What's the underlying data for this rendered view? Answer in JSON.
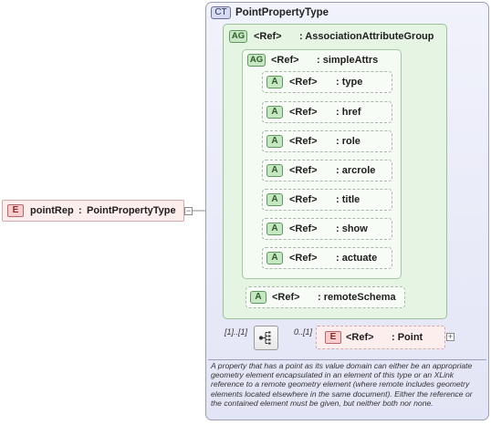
{
  "element": {
    "badge": "E",
    "name": "pointRep",
    "type_sep": ":",
    "type": "PointPropertyType",
    "collapse_glyph": "−"
  },
  "complex_type": {
    "badge": "CT",
    "name": "PointPropertyType"
  },
  "attribute_group_outer": {
    "badge": "AG",
    "ref": "<Ref>",
    "name": ": AssociationAttributeGroup"
  },
  "attribute_group_inner": {
    "badge": "AG",
    "ref": "<Ref>",
    "name": ": simpleAttrs"
  },
  "attributes": [
    {
      "badge": "A",
      "ref": "<Ref>",
      "name": ": type"
    },
    {
      "badge": "A",
      "ref": "<Ref>",
      "name": ": href"
    },
    {
      "badge": "A",
      "ref": "<Ref>",
      "name": ": role"
    },
    {
      "badge": "A",
      "ref": "<Ref>",
      "name": ": arcrole"
    },
    {
      "badge": "A",
      "ref": "<Ref>",
      "name": ": title"
    },
    {
      "badge": "A",
      "ref": "<Ref>",
      "name": ": show"
    },
    {
      "badge": "A",
      "ref": "<Ref>",
      "name": ": actuate"
    }
  ],
  "remote_schema": {
    "badge": "A",
    "ref": "<Ref>",
    "name": ": remoteSchema"
  },
  "sequence": {
    "cardinality": "[1]..[1]"
  },
  "child_element": {
    "cardinality": "0..[1]",
    "badge": "E",
    "ref": "<Ref>",
    "name": ": Point",
    "expand_glyph": "+"
  },
  "documentation": "A property that has a point as its value domain can either be an appropriate geometry element encapsulated in an element of this type or an XLink reference to a remote geometry element (where remote includes geometry elements located elsewhere in the same document). Either the reference or the contained element must be given, but neither both nor none.",
  "colors": {
    "complex_type_bg": "#e3e5f6",
    "attribute_group_bg": "#e6f5e3",
    "element_bg": "#fdeeee",
    "element_border": "#d3a9a9"
  }
}
